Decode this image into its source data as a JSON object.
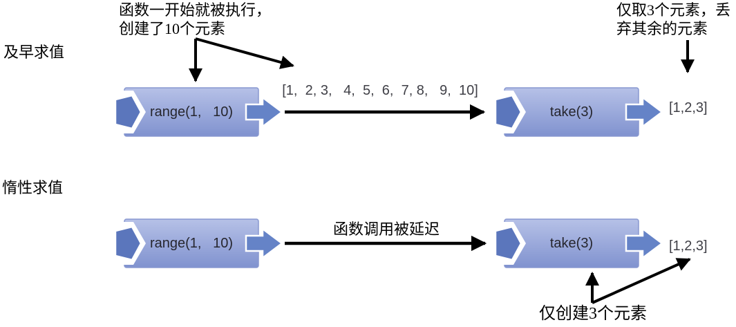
{
  "labels": {
    "eager": "及早求值",
    "lazy": "惰性求值"
  },
  "eager_row": {
    "range_label": "range(1,   10)",
    "take_label": "take(3)",
    "list_text": "[1,  2, 3,   4,  5,  6,  7, 8,   9,  10]",
    "result_text": "[1,2,3]"
  },
  "lazy_row": {
    "range_label": "range(1,   10)",
    "take_label": "take(3)",
    "arrow_caption": "函数调用被延迟",
    "result_text": "[1,2,3]"
  },
  "annotations": {
    "eager_range_note_line1": "函数一开始就被执行，",
    "eager_range_note_line2": "创建了10个元素",
    "eager_take_note_line1": "仅取3个元素，丢",
    "eager_take_note_line2": "弃其余的元素",
    "lazy_take_note": "仅创建3个元素"
  },
  "colors": {
    "box_gradient_top": "#b6c1e7",
    "box_gradient_bottom": "#8092cf",
    "box_border": "#8898d0",
    "input_connector_fill": "#5b76bc",
    "output_arrow_fill": "#6583c7",
    "arrow_black": "#000000"
  }
}
